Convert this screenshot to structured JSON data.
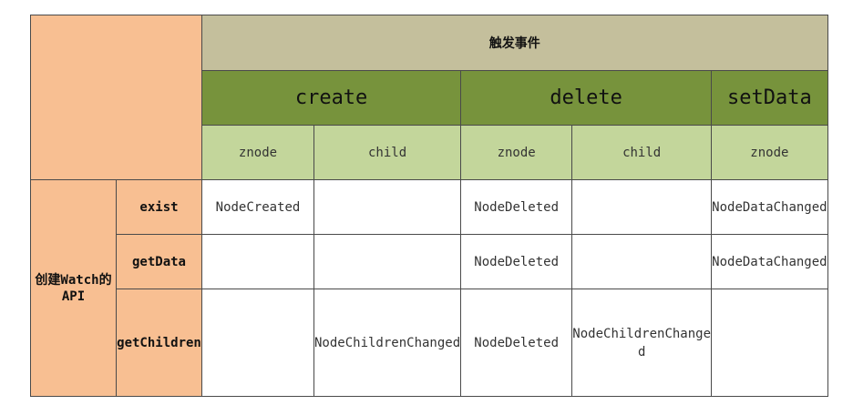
{
  "header": {
    "title": "触发事件",
    "events": [
      {
        "label": "create"
      },
      {
        "label": "delete"
      },
      {
        "label": "setData"
      }
    ],
    "subheaders": [
      "znode",
      "child",
      "znode",
      "child",
      "znode"
    ]
  },
  "api_group": {
    "label_line1": "创建Watch的",
    "label_line2": "API"
  },
  "rows": [
    {
      "api": "exist",
      "cells": [
        "NodeCreated",
        "",
        "NodeDeleted",
        "",
        "NodeDataChanged"
      ]
    },
    {
      "api": "getData",
      "cells": [
        "",
        "",
        "NodeDeleted",
        "",
        "NodeDataChanged"
      ]
    },
    {
      "api": "getChildren",
      "cells": [
        "",
        "NodeChildrenChanged",
        "NodeDeleted",
        "NodeChildrenChanged",
        ""
      ]
    }
  ]
}
